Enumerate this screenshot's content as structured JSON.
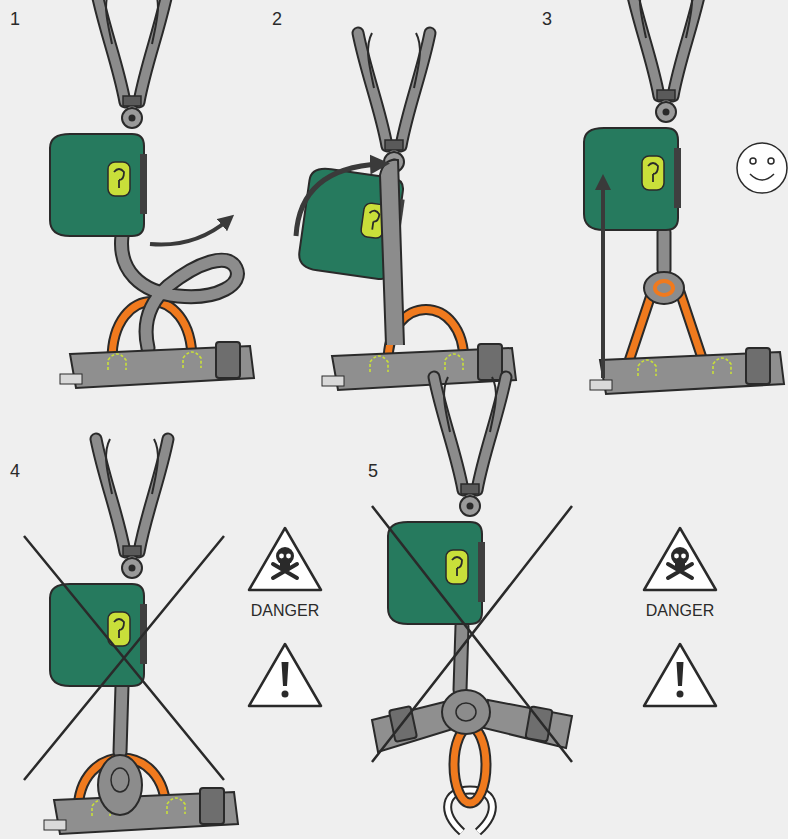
{
  "diagram": {
    "labels": [
      "1",
      "2",
      "3",
      "4",
      "5",
      "DANGER",
      "DANGER"
    ]
  }
}
